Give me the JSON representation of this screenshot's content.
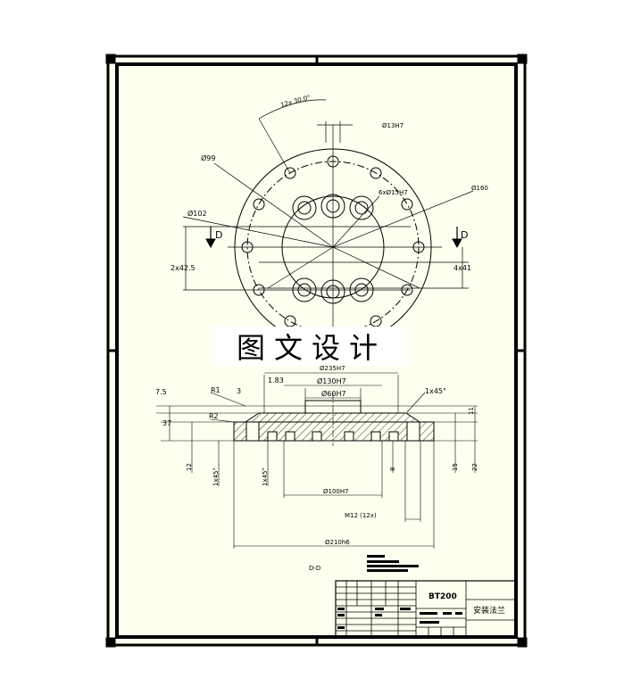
{
  "watermark": "图文设计",
  "top_view": {
    "angle_label": "12x 30.0°",
    "hole_small_label": "Ø13H7",
    "d99_label": "Ø99",
    "d160_label": "Ø160",
    "holes_label": "6xØ15H7",
    "d102_label": "Ø102",
    "section_left": "D",
    "section_right": "D",
    "dim_left": "2x42.5",
    "dim_right": "4x41"
  },
  "section_view": {
    "top_dim": "Ø235H7",
    "d130_label": "Ø130H7",
    "d60_label": "Ø60H7",
    "d183_label": "1.83",
    "chamfer_top": "1x45°",
    "r1": "R1",
    "r2": "R2",
    "v7_5": "7.5",
    "v3": "3",
    "v37": "37",
    "v11": "11",
    "v12": "12",
    "v1x45_a": "1x45°",
    "v1x45_b": "1x45°",
    "v8": "8",
    "v15": "15",
    "v22": "22",
    "d100_label": "Ø100H7",
    "m12_label": "M12 (12x)",
    "d210_label": "Ø210h6",
    "section_name": "D-D"
  },
  "title_block": {
    "code": "BT200",
    "part_name": "安装法兰"
  }
}
